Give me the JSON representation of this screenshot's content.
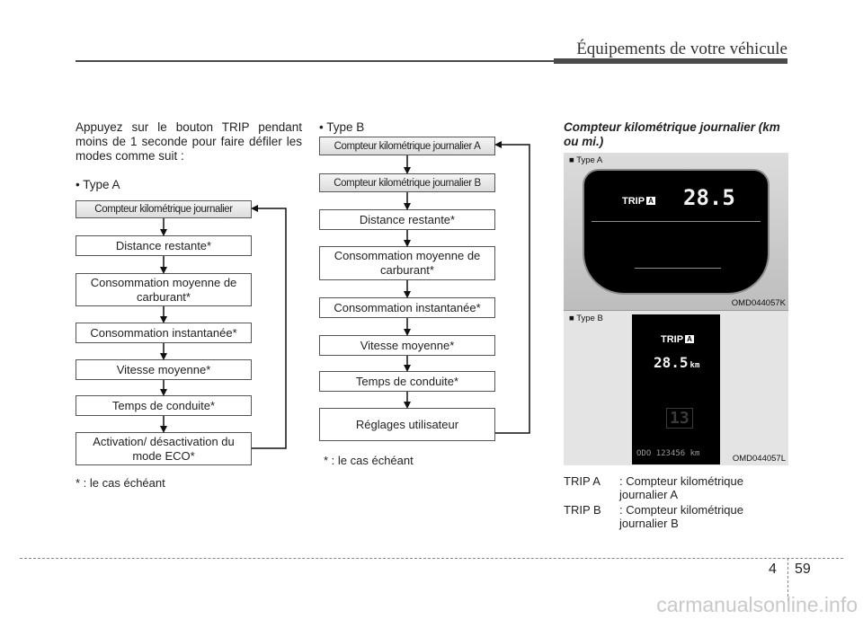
{
  "header": {
    "title": "Équipements de votre véhicule"
  },
  "intro": {
    "text": "Appuyez sur le bouton TRIP pendant moins de 1  seconde pour faire défiler les modes comme suit :"
  },
  "type_a": {
    "label": "• Type A",
    "items": [
      "Compteur kilométrique journalier",
      "Distance restante*",
      "Consommation moyenne de carburant*",
      "Consommation instantanée*",
      "Vitesse moyenne*",
      "Temps de conduite*",
      "Activation/ désactivation du mode ECO*"
    ],
    "footnote": "* : le cas échéant"
  },
  "type_b": {
    "label": "• Type B",
    "items": [
      "Compteur kilométrique journalier A",
      "Compteur kilométrique journalier B",
      "Distance restante*",
      "Consommation moyenne de carburant*",
      "Consommation instantanée*",
      "Vitesse moyenne*",
      "Temps de conduite*",
      "Réglages utilisateur"
    ],
    "footnote": "* : le cas échéant"
  },
  "section": {
    "title": "Compteur kilométrique journalier (km ou mi.)"
  },
  "photos": {
    "a": {
      "label": "■ Type A",
      "code": "OMD044057K",
      "trip_label": "TRIP",
      "trip_letter": "A",
      "value": "28.5"
    },
    "b": {
      "label": "■ Type B",
      "code": "OMD044057L",
      "trip_label": "TRIP",
      "trip_letter": "A",
      "value": "28.5",
      "unit": "km",
      "gear": "13",
      "odo_label": "ODO",
      "odo_value": "123456",
      "odo_unit": "km"
    }
  },
  "legend": [
    {
      "key": "TRIP A",
      "line1": ": Compteur kilométrique",
      "line2": "journalier A"
    },
    {
      "key": "TRIP B",
      "line1": ": Compteur kilométrique",
      "line2": "journalier B"
    }
  ],
  "footer": {
    "chapter": "4",
    "page": "59"
  },
  "watermark": "carmanualsonline.info"
}
